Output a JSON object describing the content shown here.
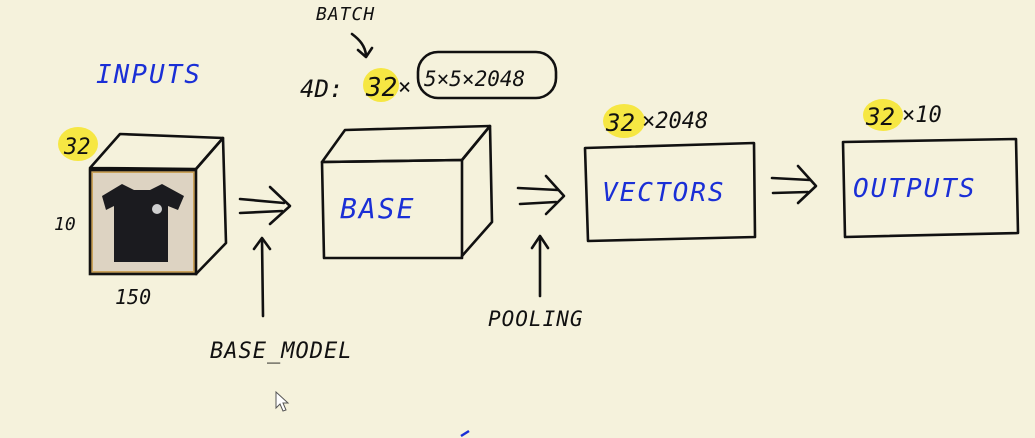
{
  "inputs_label": "INPUTS",
  "batch_label": "BATCH",
  "four_d_label": "4D:",
  "batch_size": "32",
  "times": "×",
  "feature_map_shape": "5×5×2048",
  "image_height": "10",
  "image_width": "150",
  "base_label": "BASE",
  "base_model_label": "BASE_MODEL",
  "pooling_label": "POOLING",
  "vectors_shape_rest": "×2048",
  "vectors_label": "VECTORS",
  "outputs_shape_rest": "×10",
  "outputs_label": "OUTPUTS",
  "colors": {
    "background": "#f5f2dc",
    "ink": "#111111",
    "blue_ink": "#1a2fd6",
    "highlight": "#f6e63a"
  }
}
